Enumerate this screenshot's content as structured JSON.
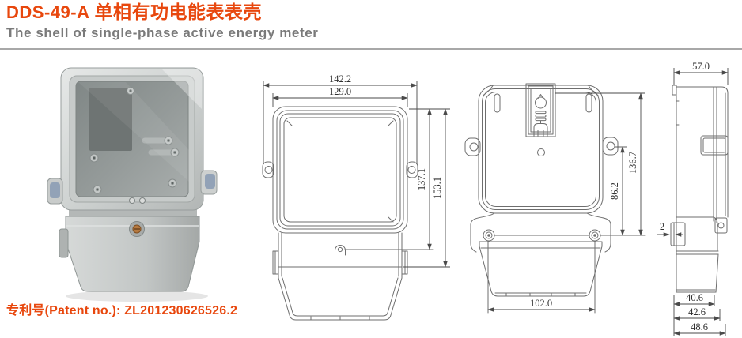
{
  "header": {
    "model": "DDS-49-A",
    "title_cn": "单相有功电能表表壳",
    "subtitle_en": "The shell of single-phase active energy meter"
  },
  "patent": {
    "label": "专利号(Patent no.):",
    "number": "ZL201230626526.2"
  },
  "colors": {
    "accent_orange": "#e8470d",
    "subtitle_gray": "#7a7a7a",
    "drawing_line_gray": "#6e6e6e",
    "dimension_text": "#303030",
    "divider_gray": "#a8a8a8"
  },
  "product_photo": {
    "description": "gray single-phase energy meter shell with transparent cover, side sealing clips and terminal cover"
  },
  "drawings": {
    "front_view": {
      "title": "front view of meter cover",
      "dims": {
        "overall_width": "142.2",
        "frame_width": "129.0",
        "cover_height": "137.1",
        "overall_height": "153.1"
      }
    },
    "back_view": {
      "title": "back view of meter base",
      "dims": {
        "overall_height": "136.7",
        "ear_height": "86.2",
        "terminal_cover_width": "102.0"
      }
    },
    "side_view": {
      "title": "side view",
      "dims": {
        "depth": "57.0",
        "rib_thickness": "2",
        "base_width_1": "40.6",
        "base_width_2": "42.6",
        "base_width_3": "48.6"
      }
    }
  }
}
